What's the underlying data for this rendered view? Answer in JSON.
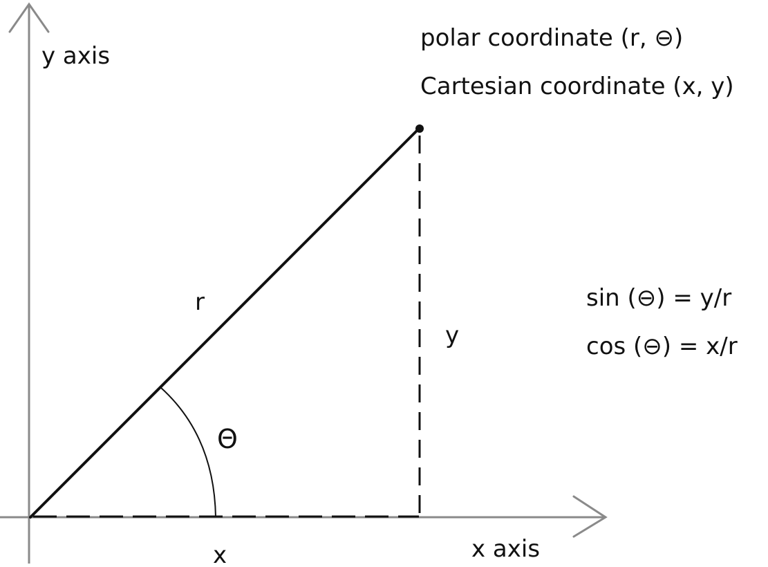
{
  "labels": {
    "y_axis": "y axis",
    "x_axis": "x axis",
    "polar": "polar coordinate (r, ⊖)",
    "cartesian": "Cartesian coordinate (x, y)",
    "r": "r",
    "y": "y",
    "x": "x",
    "theta": "Θ",
    "sin": "sin (⊖) = y/r",
    "cos": "cos (⊖) = x/r"
  },
  "colors": {
    "axis": "#8a8a8a",
    "ink": "#111111",
    "background": "#ffffff"
  }
}
